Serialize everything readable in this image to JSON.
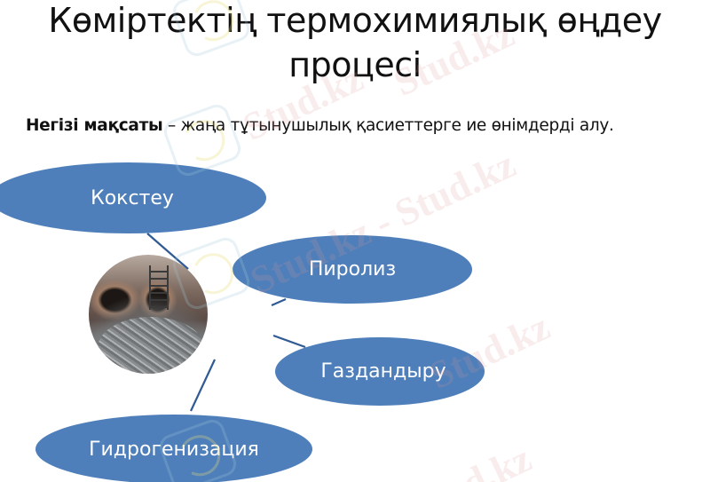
{
  "slide": {
    "title_lines": [
      "Көміртектің термохимиялық өңдеу",
      "процесі"
    ],
    "subtitle": {
      "bold": "Негізі мақсаты",
      "rest": " – жаңа тұтынушылық қасиеттерге ие өнімдерді алу."
    },
    "diagram": {
      "center_image": "coal-processing-plant-photo",
      "nodes": [
        {
          "label": "Кокстеу"
        },
        {
          "label": "Пиролиз"
        },
        {
          "label": "Газдандыру"
        },
        {
          "label": "Гидрогенизация"
        }
      ],
      "colors": {
        "node_fill": "#4e7fba",
        "node_text": "#ffffff",
        "connector": "#2f5a93"
      }
    },
    "watermarks": [
      "Stud.kz",
      "Stud.kz - Stud.kz",
      "Stud.kz",
      "Stud.kz",
      "d.kz"
    ]
  }
}
